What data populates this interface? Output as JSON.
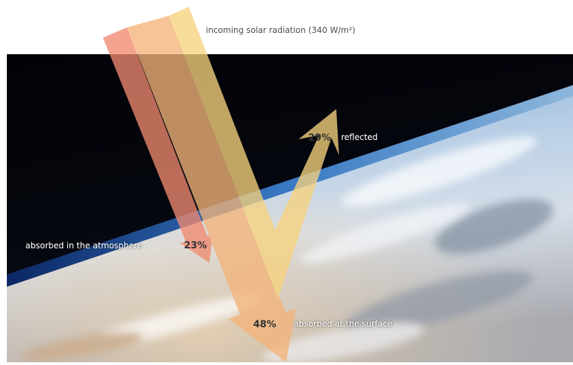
{
  "title": "incoming solar radiation (340 W/m²)",
  "flows": {
    "reflected": {
      "percent": "29%",
      "label": "reflected"
    },
    "atmosphere": {
      "percent": "23%",
      "label": "absorbed in the atmosphere"
    },
    "surface": {
      "percent": "48%",
      "label": "absorbed at the surface"
    }
  },
  "colors": {
    "atmosphere_arrow": "#f08a70",
    "surface_arrow": "#f4b47a",
    "reflected_arrow": "#f6d27e"
  }
}
